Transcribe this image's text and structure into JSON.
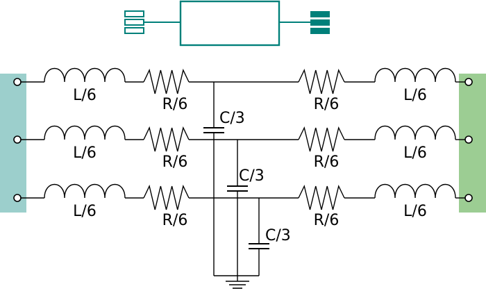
{
  "colors": {
    "accent": "#00807a",
    "left_terminal_block": "#9ccfcc",
    "right_terminal_block": "#9ccd93",
    "wire": "#000000"
  },
  "block_symbol": {
    "left_port": "three-stacked-outline-bars",
    "right_port": "three-stacked-filled-bars"
  },
  "circuit": {
    "phases": [
      {
        "inductor_left": "L/6",
        "resistor_left": "R/6",
        "resistor_right": "R/6",
        "inductor_right": "L/6"
      },
      {
        "inductor_left": "L/6",
        "resistor_left": "R/6",
        "resistor_right": "R/6",
        "inductor_right": "L/6"
      },
      {
        "inductor_left": "L/6",
        "resistor_left": "R/6",
        "resistor_right": "R/6",
        "inductor_right": "L/6"
      }
    ],
    "capacitors": [
      "C/3",
      "C/3",
      "C/3"
    ]
  }
}
